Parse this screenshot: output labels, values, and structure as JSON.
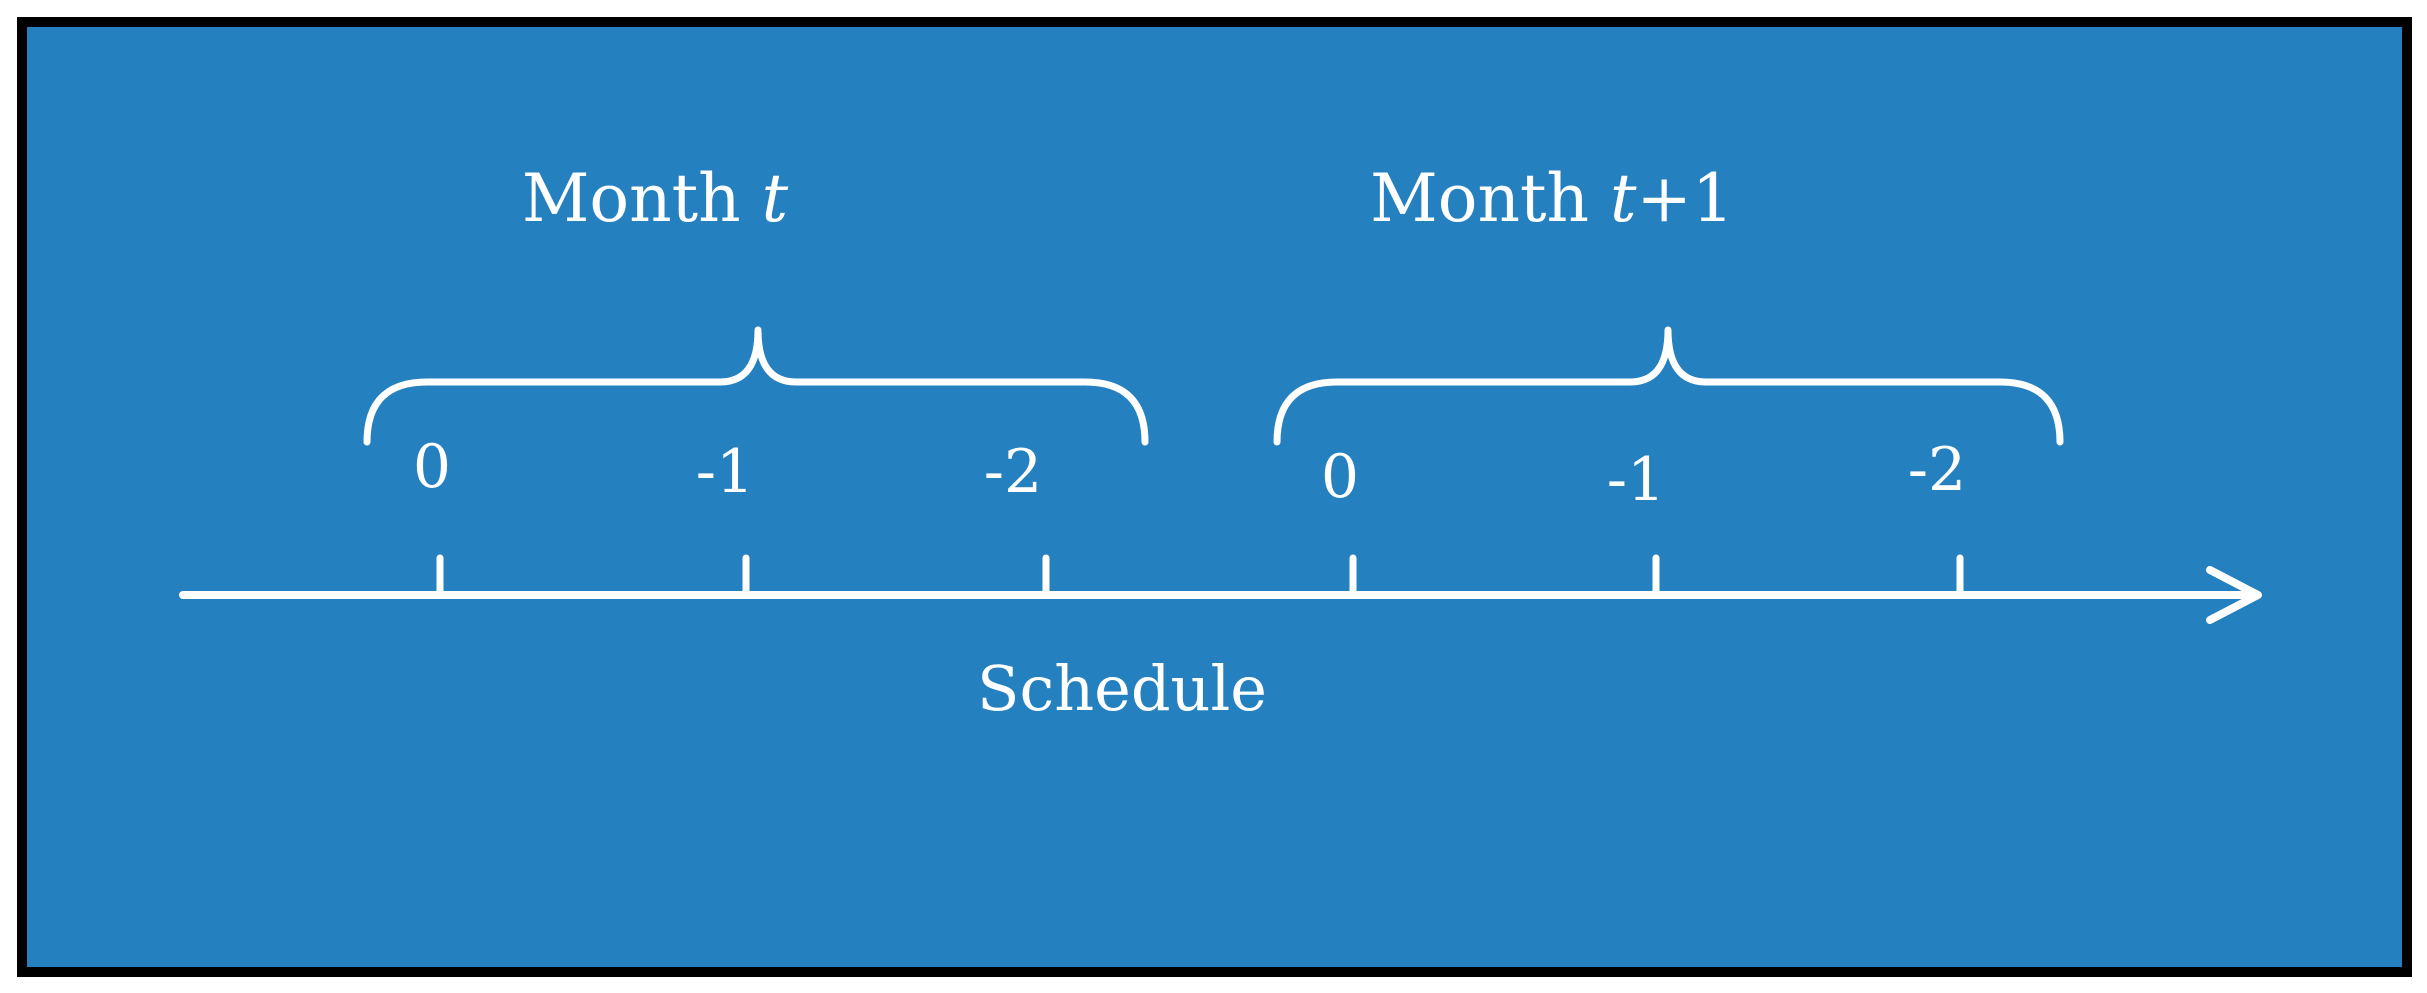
{
  "colors": {
    "panel_fill": "#2580BF",
    "panel_border": "#000000",
    "line_color": "#FFFFFF"
  },
  "axis": {
    "label": "Schedule"
  },
  "months": [
    {
      "title_prefix": "Month ",
      "title_var": "t",
      "title_suffix": "",
      "ticks": [
        "0",
        "-1",
        "-2"
      ]
    },
    {
      "title_prefix": "Month ",
      "title_var": "t",
      "title_suffix": "+1",
      "ticks": [
        "0",
        "-1",
        "-2"
      ]
    }
  ]
}
